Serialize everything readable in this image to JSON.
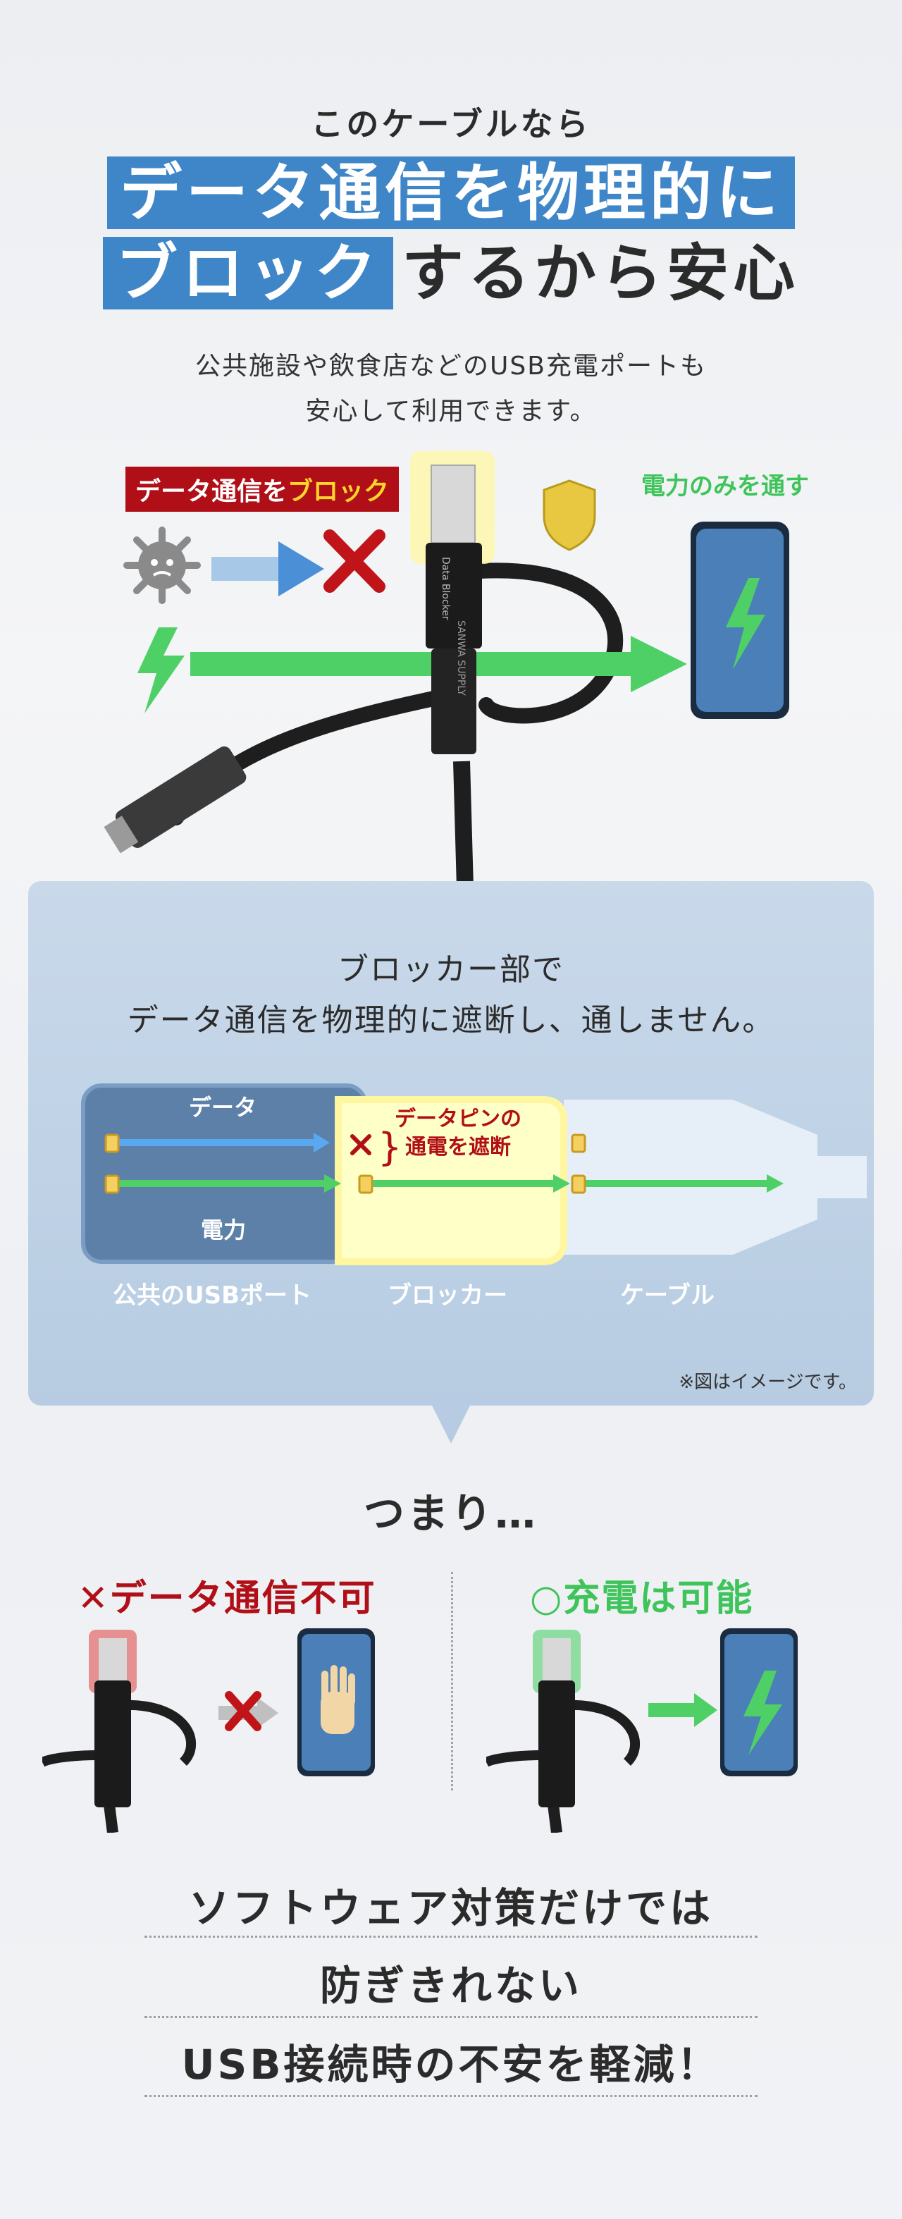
{
  "header": {
    "subtitle": "このケーブルなら",
    "line1_highlight": "データ通信を物理的に",
    "line2_highlight": "ブロック",
    "line2_rest": "するから安心"
  },
  "description": {
    "line1": "公共施設や飲食店などのUSB充電ポートも",
    "line2": "安心して利用できます。"
  },
  "hero": {
    "block_tag_a": "データ通信を",
    "block_tag_b": "ブロック",
    "power_label": "電力のみを通す",
    "plug_text": "Data Blocker",
    "brand_text": "SANWA SUPPLY"
  },
  "panel": {
    "title_line1": "ブロッカー部で",
    "title_line2": "データ通信を物理的に遮断し、通しません。",
    "data_label": "データ",
    "power_label": "電力",
    "pin_note_line1": "データピンの",
    "pin_note_line2": "通電を遮断",
    "label_port": "公共のUSBポート",
    "label_blocker": "ブロッカー",
    "label_cable": "ケーブル",
    "footnote": "※図はイメージです。"
  },
  "summary": {
    "lead": "つまり…",
    "left_mark": "✕",
    "left_text": "データ通信不可",
    "right_mark": "○",
    "right_text": "充電は可能"
  },
  "bottom": {
    "line1": "ソフトウェア対策だけでは",
    "line2": "防ぎきれない",
    "line3": "USB接続時の不安を軽減！"
  },
  "colors": {
    "accent_blue": "#3f86c8",
    "red": "#b10f17",
    "green": "#3ec45a",
    "arrow_blue": "#4b8fd6",
    "yellow_tag": "#ffd52b"
  }
}
